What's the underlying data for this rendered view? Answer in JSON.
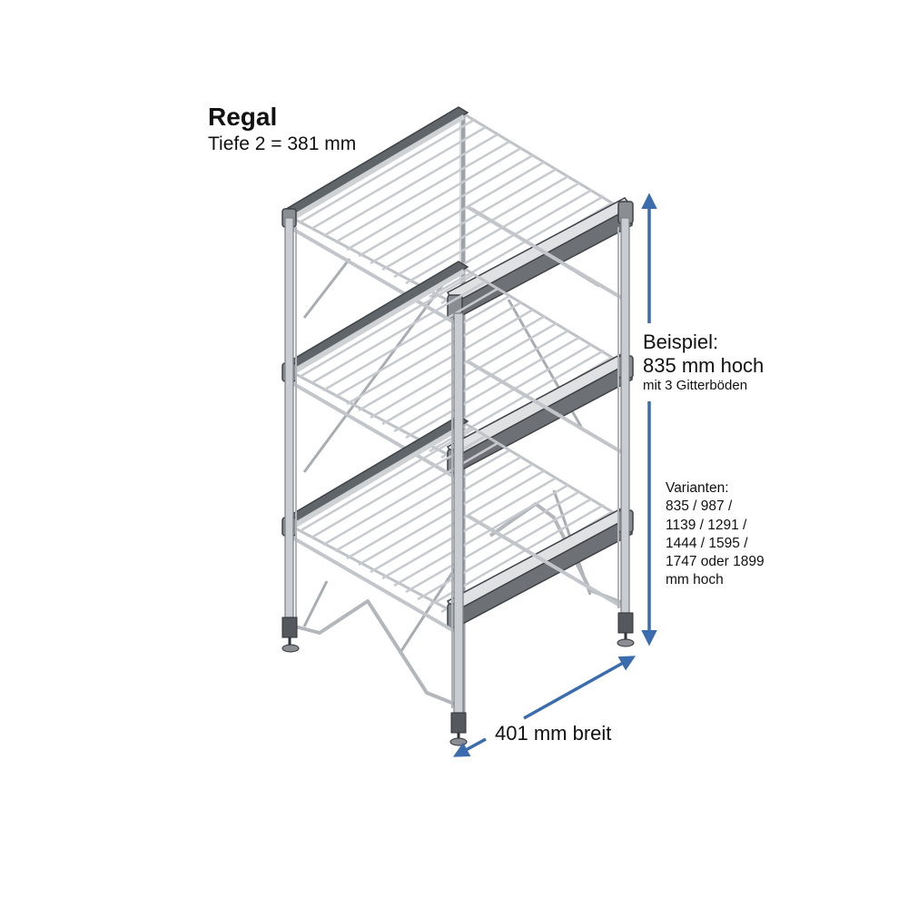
{
  "title": "Regal",
  "subtitle": "Tiefe 2 = 381 mm",
  "height_annotation": {
    "line1": "Beispiel:",
    "line2": "835 mm hoch",
    "line3": "mit 3 Gitterböden"
  },
  "variants": {
    "heading": "Varianten:",
    "lines": [
      "835 / 987 /",
      "1139 / 1291 /",
      "1444 / 1595 /",
      "1747 oder 1899",
      "mm hoch"
    ]
  },
  "width_annotation": "401 mm breit",
  "illustration": {
    "subject": "shelf-rack-3-wire-shelves",
    "shelf_count": 3
  },
  "colors": {
    "arrow": "#3a6cae",
    "frame": "#b8bcc0",
    "frame_dark": "#555a60",
    "rail": "#6b6f73",
    "wire": "#c4c8cc",
    "text": "#111111"
  }
}
